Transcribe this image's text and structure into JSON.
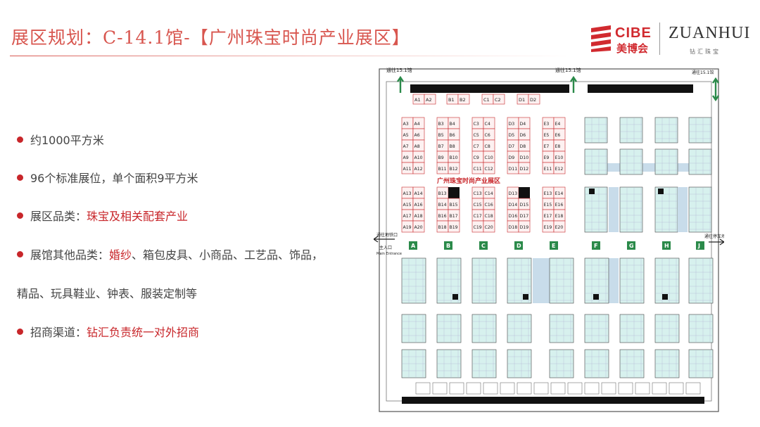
{
  "title": "展区规划：C-14.1馆-【广州珠宝时尚产业展区】",
  "logos": {
    "cibe": "CIBE",
    "cibe_cn": "美博会",
    "zuanhui": "ZUANHUI",
    "zuanhui_cn": "钻汇珠宝"
  },
  "bullets": [
    {
      "label": "约1000平方米",
      "highlight": ""
    },
    {
      "label": "96个标准展位，单个面积9平方米",
      "highlight": ""
    },
    {
      "label": "展区品类：",
      "highlight": "珠宝及相关配套产业"
    },
    {
      "label": "展馆其他品类：",
      "highlight": "婚纱",
      "rest": "、箱包皮具、小商品、工艺品、饰品，"
    },
    {
      "label": "招商渠道：",
      "highlight": "钻汇负责统一对外招商"
    }
  ],
  "bullet_continuation": "精品、玩具鞋业、钟表、服装定制等",
  "floorplan": {
    "zone_title": "广州珠宝时尚产业展区",
    "labels": {
      "to_151_left": "通往15.1馆",
      "to_151_mid": "通往15.1馆",
      "to_151_right": "通往15.1馆",
      "to_metro": "通往地铁口",
      "main_entrance_cn": "主入口",
      "main_entrance_en": "Main Entrance",
      "to_parking": "通往停车场"
    },
    "top_booths": [
      "A1",
      "A2",
      "B1",
      "B2",
      "C1",
      "C2",
      "D1",
      "D2"
    ],
    "booth_columns": [
      {
        "left": [
          "A3",
          "A5",
          "A7",
          "A9",
          "A11",
          "A13",
          "A15",
          "A17",
          "A19"
        ],
        "right": [
          "A4",
          "A6",
          "A8",
          "A10",
          "A12",
          "A14",
          "A16",
          "A18",
          "A20"
        ]
      },
      {
        "left": [
          "B3",
          "B5",
          "B7",
          "B9",
          "B11",
          "B13",
          "B14",
          "B16",
          "B18"
        ],
        "right": [
          "B4",
          "B6",
          "B8",
          "B10",
          "B12",
          "",
          "B15",
          "B17",
          "B19"
        ]
      },
      {
        "left": [
          "C3",
          "C5",
          "C7",
          "C9",
          "C11",
          "C13",
          "C15",
          "C17",
          "C19"
        ],
        "right": [
          "C4",
          "C6",
          "C8",
          "C10",
          "C12",
          "C14",
          "C16",
          "C18",
          "C20"
        ]
      },
      {
        "left": [
          "D3",
          "D5",
          "D7",
          "D9",
          "D11",
          "D13",
          "D14",
          "D16",
          "D18"
        ],
        "right": [
          "D4",
          "D6",
          "D8",
          "D10",
          "D12",
          "",
          "D15",
          "D17",
          "D19"
        ]
      },
      {
        "left": [
          "E3",
          "E5",
          "E7",
          "E9",
          "E11",
          "E13",
          "E15",
          "E17",
          "E19"
        ],
        "right": [
          "E4",
          "E6",
          "E8",
          "E10",
          "E12",
          "E14",
          "E16",
          "E18",
          "E20"
        ]
      }
    ],
    "aisle_letters": [
      "A",
      "B",
      "C",
      "D",
      "E",
      "F",
      "G",
      "H",
      "J"
    ],
    "colors": {
      "title_red": "#d8564f",
      "booth_red": "#c8262a",
      "booth_fill": "#fdf1f1",
      "teal_fill": "#d7f1ee",
      "corridor_blue": "#c8dcea",
      "aisle_green": "#2b8a4a"
    }
  }
}
